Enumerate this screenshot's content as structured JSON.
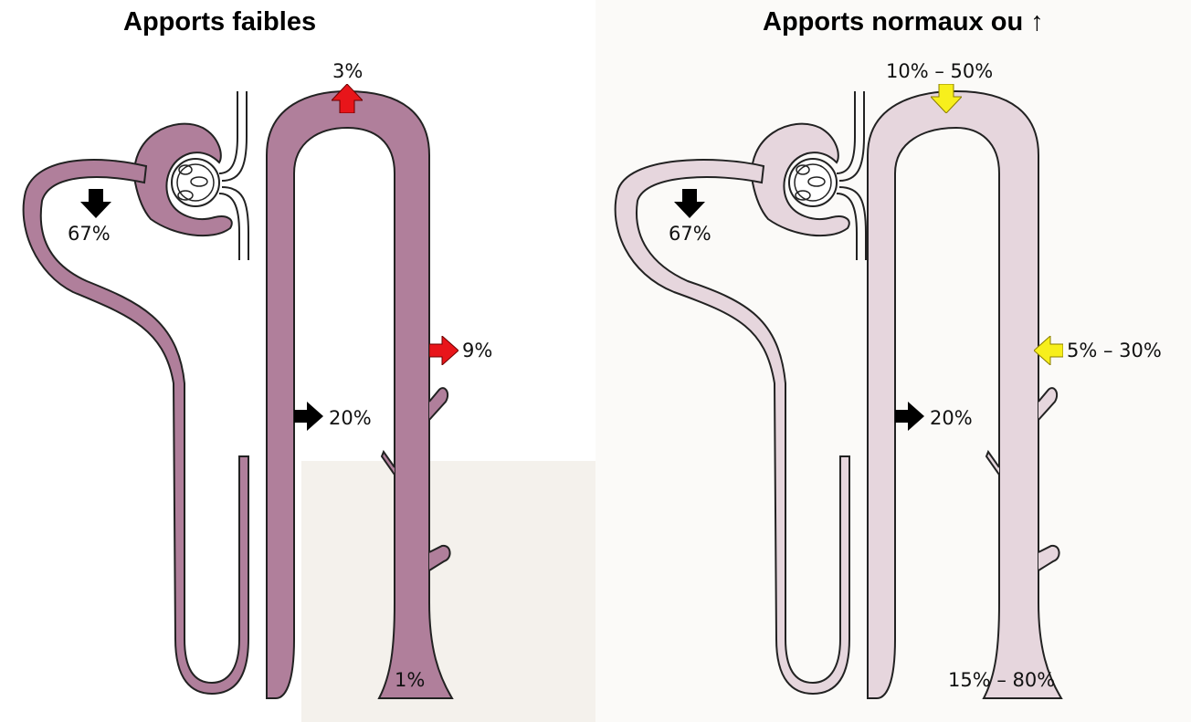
{
  "panels": [
    {
      "title": "Apports faibles",
      "tubule_color": "#b07f9b",
      "labels": {
        "pct_proximal": "67%",
        "pct_top": "3%",
        "pct_loop": "20%",
        "pct_distal": "9%",
        "pct_urine": "1%"
      },
      "arrows": {
        "top_direction": "up",
        "top_color": "#e8151a",
        "distal_direction": "right",
        "distal_color": "#e8151a"
      }
    },
    {
      "title": "Apports normaux ou ↑",
      "tubule_color": "#e6d6dd",
      "labels": {
        "pct_proximal": "67%",
        "pct_top": "10% – 50%",
        "pct_loop": "20%",
        "pct_distal": "5% – 30%",
        "pct_urine": "15% – 80%"
      },
      "arrows": {
        "top_direction": "down",
        "top_color": "#f7ef1c",
        "distal_direction": "left",
        "distal_color": "#f7ef1c"
      }
    }
  ],
  "colors": {
    "reabsorption_arrow": "#000000",
    "outline": "#222222"
  },
  "icons": [
    "glomerulus-icon",
    "arrow-down-icon",
    "arrow-right-icon",
    "arrow-up-icon",
    "arrow-left-icon"
  ]
}
